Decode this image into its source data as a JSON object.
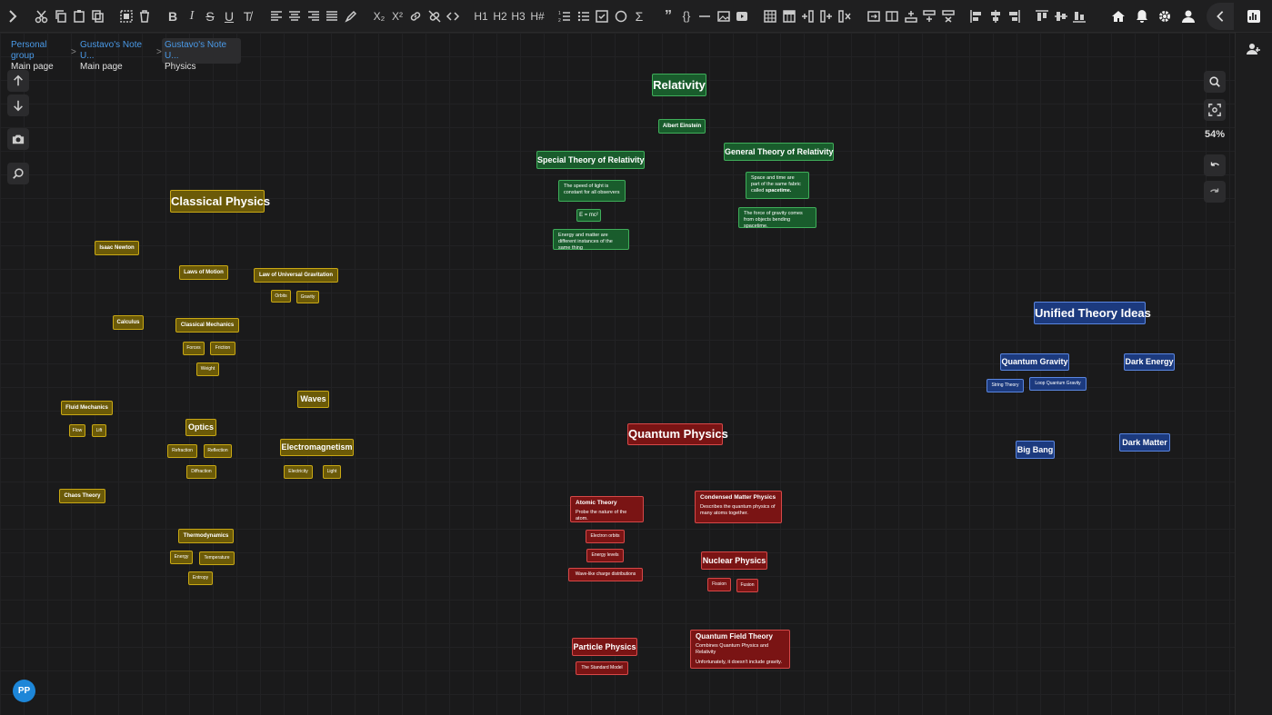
{
  "toolbar": {
    "headings": [
      "H1",
      "H2",
      "H3",
      "H#"
    ]
  },
  "breadcrumb": [
    {
      "top": "Personal group",
      "bottom": "Main page"
    },
    {
      "top": "Gustavo's Note U...",
      "bottom": "Main page"
    },
    {
      "top": "Gustavo's Note U...",
      "bottom": "Physics"
    }
  ],
  "breadcrumb_sep": ">",
  "zoom": "54%",
  "avatar": "PP",
  "nodes": {
    "relativity": "Relativity",
    "albert_einstein": "Albert Einstein",
    "special_relativity": "Special Theory of Relativity",
    "general_relativity": "General Theory of Relativity",
    "speed_of_light": "The speed of light is constant for all observers",
    "emc2": "E = mc²",
    "energy_matter": "Energy and matter are different instances of the same thing",
    "spacetime_fabric_1": "Space and time are part of the same fabric called",
    "spacetime_fabric_2": "spacetime.",
    "gravity_spacetime": "The force of gravity comes from objects bending spacetime.",
    "classical_physics": "Classical Physics",
    "isaac_newton": "Isaac Newton",
    "laws_of_motion": "Laws of Motion",
    "universal_gravitation": "Law of Universal Gravitation",
    "orbits": "Orbits",
    "gravity": "Gravity",
    "calculus": "Calculus",
    "classical_mechanics": "Classical Mechanics",
    "forces": "Forces",
    "friction": "Friction",
    "weight": "Weight",
    "waves": "Waves",
    "fluid_mechanics": "Fluid Mechanics",
    "flow": "Flow",
    "lift": "Lift",
    "optics": "Optics",
    "refraction": "Refraction",
    "reflection": "Reflection",
    "diffraction": "Diffraction",
    "electromagnetism": "Electromagnetism",
    "electricity": "Electricity",
    "light": "Light",
    "chaos_theory": "Chaos Theory",
    "thermodynamics": "Thermodynamics",
    "energy": "Energy",
    "temperature": "Temperature",
    "entropy": "Entropy",
    "unified_theory": "Unified Theory Ideas",
    "quantum_gravity": "Quantum Gravity",
    "dark_energy": "Dark Energy",
    "string_theory": "String Theory",
    "loop_quantum_gravity": "Loop Quantum Gravity",
    "big_bang": "Big Bang",
    "dark_matter": "Dark Matter",
    "quantum_physics": "Quantum Physics",
    "atomic_theory_title": "Atomic Theory",
    "atomic_theory_desc": "Probe the nature of the atom.",
    "condensed_title": "Condensed Matter Physics",
    "condensed_desc": "Describes the quantum physics of many atoms together.",
    "electron_orbits": "Electron orbits",
    "energy_levels": "Energy levels",
    "wave_charge": "Wave-like charge distributions",
    "nuclear_physics": "Nuclear Physics",
    "fission": "Fission",
    "fusion": "Fusion",
    "particle_physics": "Particle Physics",
    "standard_model": "The Standard Model",
    "qft_title": "Quantum Field Theory",
    "qft_desc1": "Combines Quantum Physics and Relativity",
    "qft_desc2": "Unfortunately, it doesn't include gravity."
  },
  "colors": {
    "gold": "#6b5a08",
    "green": "#195c2c",
    "blue": "#1c3a7e",
    "red": "#7a1414",
    "link": "#4a9ae8"
  }
}
